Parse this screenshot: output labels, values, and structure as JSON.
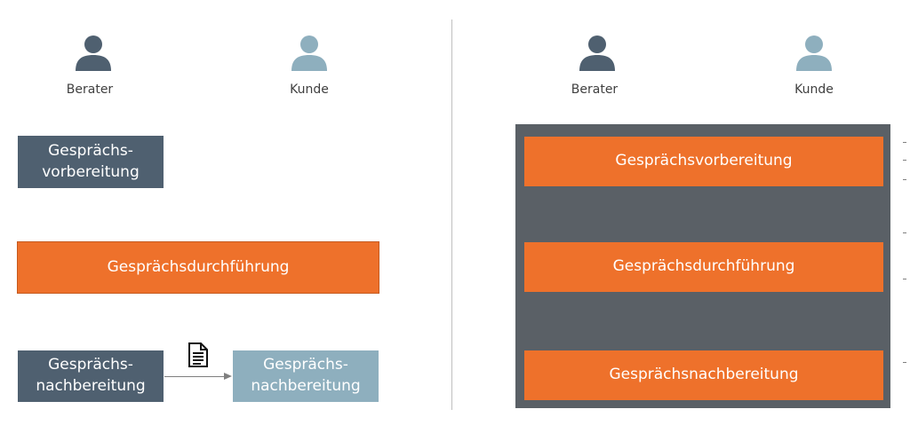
{
  "colors": {
    "berater": "#4f6070",
    "kunde": "#8eafbe",
    "orange": "#ee712b",
    "panel": "#5a6066",
    "divider": "#bfbfbf",
    "arrow": "#7f7f7f"
  },
  "left": {
    "people": {
      "berater": {
        "label": "Berater",
        "icon": "person-icon"
      },
      "kunde": {
        "label": "Kunde",
        "icon": "person-icon"
      }
    },
    "vorbereitung": "Gesprächs-\nvorbereitung",
    "durchfuehrung": "Gesprächsdurchführung",
    "nachbereitung_berater": "Gesprächs-\nnachbereitung",
    "nachbereitung_kunde": "Gesprächs-\nnachbereitung",
    "handover_icon": "document-icon"
  },
  "right": {
    "people": {
      "berater": {
        "label": "Berater",
        "icon": "person-icon"
      },
      "kunde": {
        "label": "Kunde",
        "icon": "person-icon"
      }
    },
    "vorbereitung": "Gesprächsvorbereitung",
    "durchfuehrung": "Gesprächsdurchführung",
    "nachbereitung": "Gesprächsnachbereitung"
  }
}
